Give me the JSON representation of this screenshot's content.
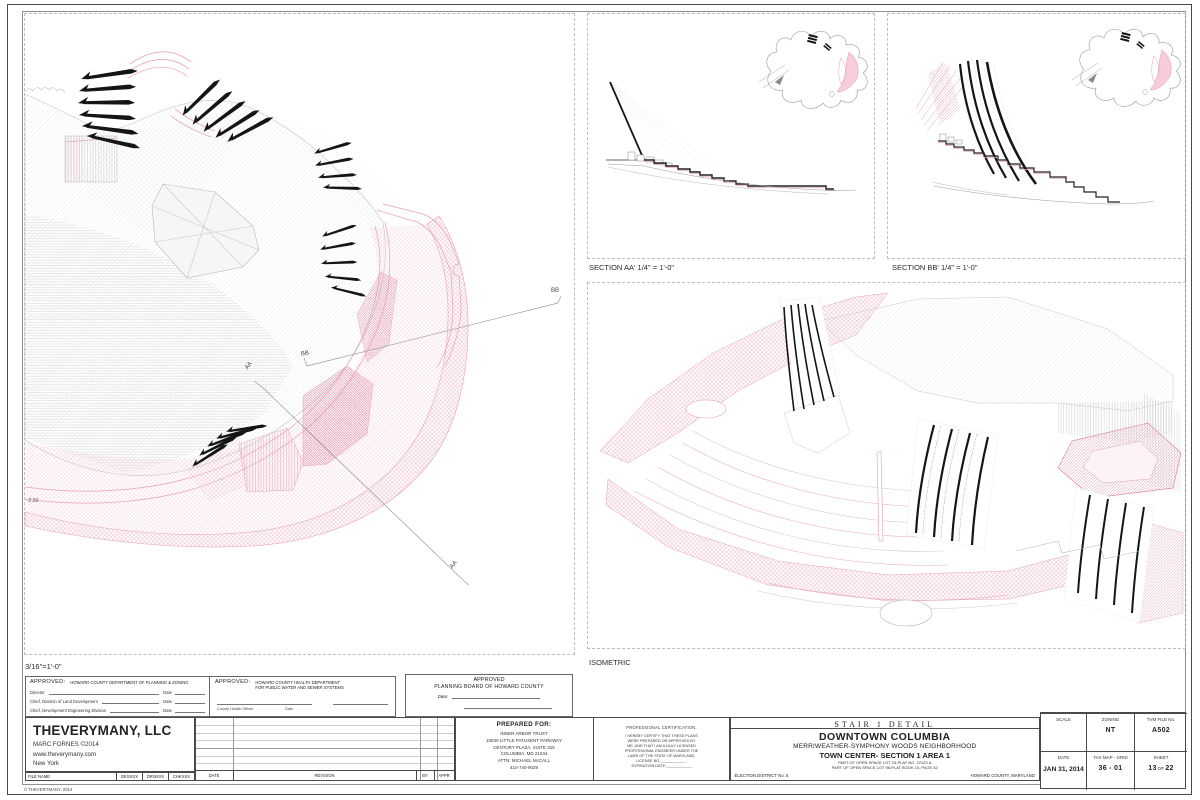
{
  "sheet": {
    "copyright": "© THEVERYMANY, 2014"
  },
  "viewports": {
    "plan": {
      "scale_label": "3/16\"=1'-0\"",
      "level_label": "-2.50",
      "mark_aa": "AA",
      "mark_bb": "BB"
    },
    "section_aa": {
      "label": "SECTION AA' 1/4\" = 1'-0\""
    },
    "section_bb": {
      "label": "SECTION BB' 1/4\" = 1'-0\""
    },
    "isometric": {
      "label": "ISOMETRIC"
    }
  },
  "approvals": {
    "planning_zoning": {
      "approved_label": "APPROVED:",
      "agency": "HOWARD COUNTY DEPARTMENT OF PLANNING & ZONING",
      "rows": [
        {
          "title": "Director",
          "date_label": "Date"
        },
        {
          "title": "Chief, Division of Land Development",
          "date_label": "Date"
        },
        {
          "title": "Chief, Development Engineering Division",
          "date_label": "Date"
        }
      ]
    },
    "health": {
      "approved_label": "APPROVED:",
      "agency_line1": "HOWARD COUNTY HEALTH DEPARTMENT",
      "agency_line2": "FOR PUBLIC WATER AND SEWER SYSTEMS",
      "signer": "County Health Officer",
      "date_label": "Date"
    },
    "planning_board": {
      "approved_label": "APPROVED",
      "agency": "PLANNING BOARD OF HOWARD COUNTY",
      "date_label": "Date:"
    }
  },
  "firm": {
    "name": "THEVERYMANY, LLC",
    "lines": [
      "MARC FORNES ©2014",
      "www.theverymany.com",
      "New York"
    ]
  },
  "file_row": {
    "file_name": "FILE NAME",
    "des": "DESXXX",
    "drn": "DRNXXX",
    "chk": "CHKXXX"
  },
  "revision_table": {
    "date": "DATE",
    "revision": "REVISION",
    "by": "BY",
    "appr": "APPR"
  },
  "prepared_for": {
    "label": "PREPARED FOR:",
    "lines": [
      "INNER ARBOR TRUST",
      "10630 LITTLE PATUXENT PARKWAY",
      "CENTURY PLAZA, SUITE 315",
      "COLUMBIA, MD 21044",
      "ATTN: MICHAEL McCALL",
      "410-740-9029"
    ]
  },
  "certification": {
    "title": "PROFESSIONAL CERTIFICATION.",
    "lines": [
      "I HEREBY CERTIFY THAT THESE PLANS",
      "WERE PREPARED OR APPROVED BY",
      "ME, AND THAT I AM A DULY LICENSED",
      "PROFESSIONAL ENGINEER UNDER THE",
      "LAWS OF THE STATE OF MARYLAND,",
      "LICENSE NO.____________,",
      "EXPIRATION DATE:____________"
    ]
  },
  "project": {
    "detail_title": "STAIR 1 DETAIL",
    "title": "DOWNTOWN COLUMBIA",
    "subtitle": "MERRIWEATHER-SYMPHONY WOODS NEIGHBORHOOD",
    "area": "TOWN CENTER- SECTION 1 AREA 1",
    "plat_line1": "PART OF OPEN SPACE LOT 23-PLAT NO. 22123 &",
    "plat_line2": "PART OF OPEN SPACE LOT 98-PLAT BOOK 15, PAGE 32",
    "district": "ELECTION DISTRICT No. 5",
    "county": "HOWARD COUNTY, MARYLAND"
  },
  "info_grid": {
    "scale_label": "SCALE",
    "scale_value": "",
    "zoning_label": "ZONING",
    "zoning_value": "NT",
    "file_label": "TVM FILE No.",
    "file_value": "A502",
    "date_label": "DATE",
    "date_value": "JAN 31, 2014",
    "taxmap_label": "TAX MAP - GRID",
    "taxmap_value": "36 - 01",
    "sheet_label": "SHEET",
    "sheet_value": "13",
    "sheet_of": "OF",
    "sheet_total": "22"
  },
  "colors": {
    "pink": "#e8a2b7",
    "pink_dark": "#e087a3",
    "line_gray": "#9a9a9a",
    "ink": "#151515"
  }
}
